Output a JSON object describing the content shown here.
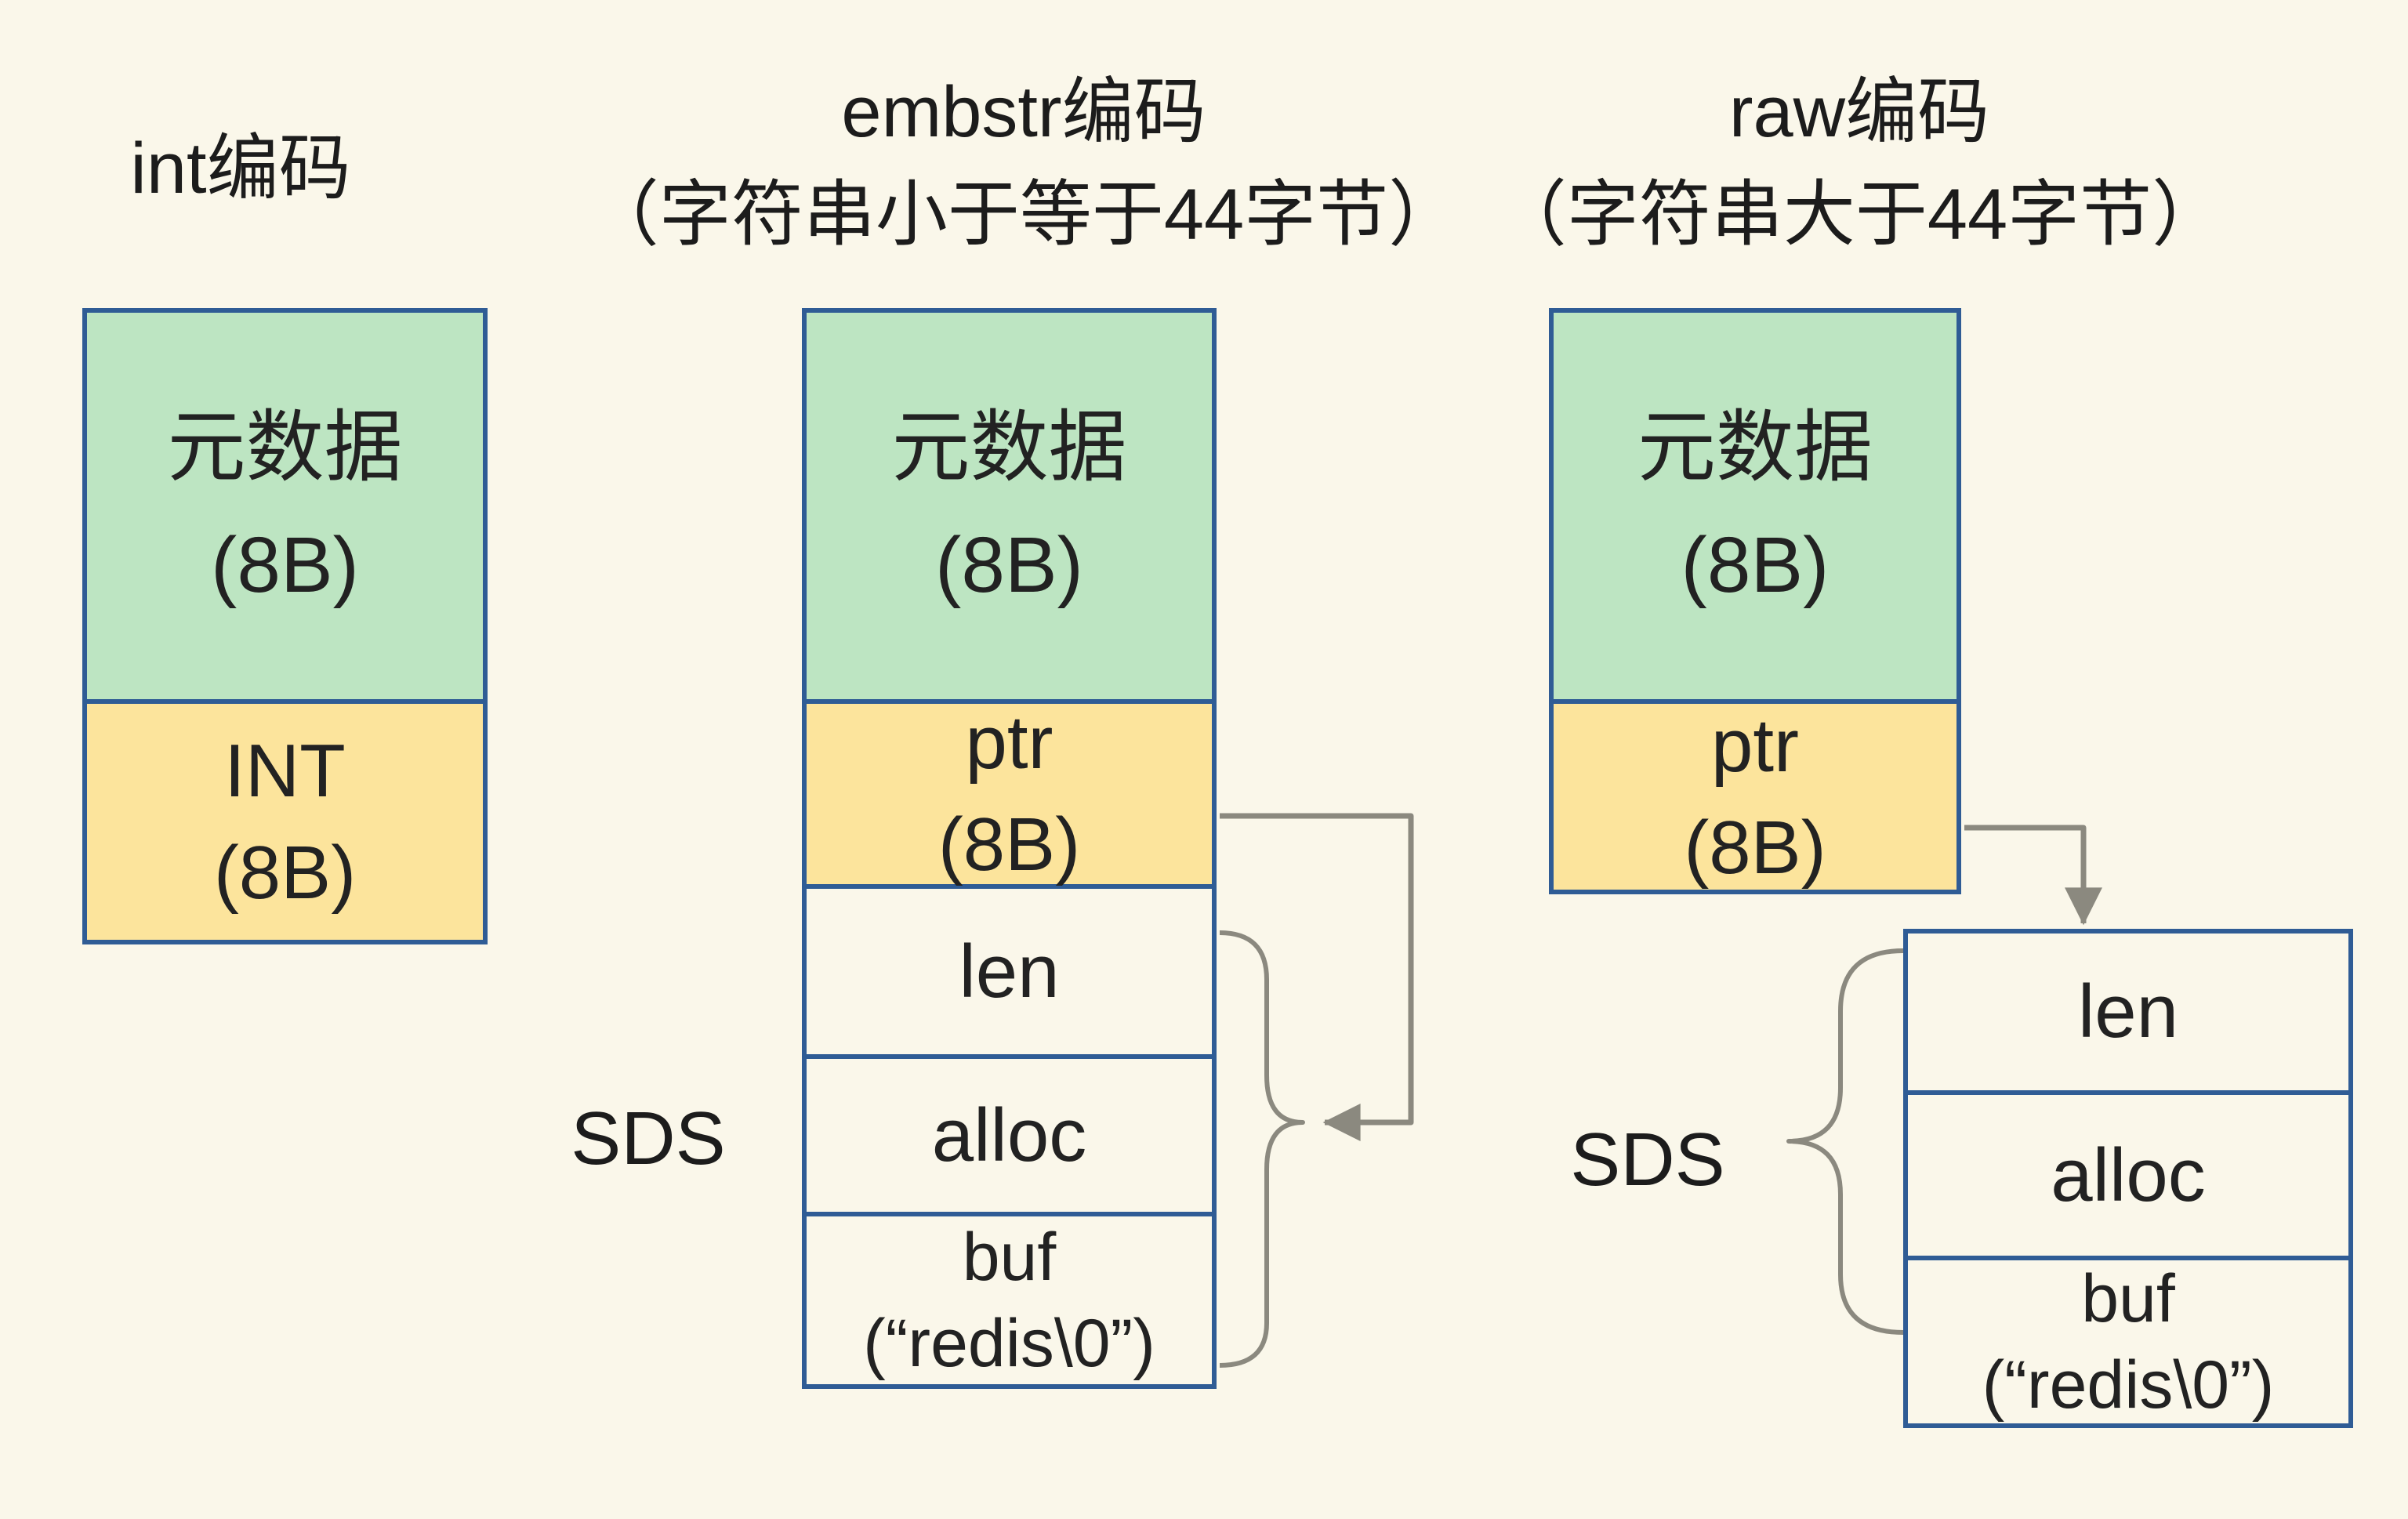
{
  "colors": {
    "background": "#faf7ea",
    "green": "#bde5c2",
    "yellow": "#fce49c",
    "border": "#2f5c95",
    "line": "#8b897f",
    "text": "#222222"
  },
  "titles": {
    "int": "int编码",
    "embstr_line1": "embstr编码",
    "embstr_line2": "（字符串小于等于44字节）",
    "raw_line1": "raw编码",
    "raw_line2": "（字符串大于44字节）"
  },
  "int_column": {
    "meta_line1": "元数据",
    "meta_line2": "(8B)",
    "val_line1": "INT",
    "val_line2": "(8B)"
  },
  "embstr_column": {
    "meta_line1": "元数据",
    "meta_line2": "(8B)",
    "ptr_line1": "ptr",
    "ptr_line2": "(8B)",
    "sds_label": "SDS",
    "len": "len",
    "alloc": "alloc",
    "buf_line1": "buf",
    "buf_line2": "(“redis\\0”)"
  },
  "raw_column": {
    "meta_line1": "元数据",
    "meta_line2": "(8B)",
    "ptr_line1": "ptr",
    "ptr_line2": "(8B)",
    "sds_label": "SDS",
    "len": "len",
    "alloc": "alloc",
    "buf_line1": "buf",
    "buf_line2": "(“redis\\0”)"
  }
}
